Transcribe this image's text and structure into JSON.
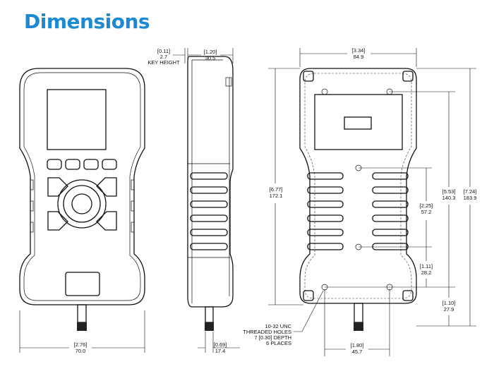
{
  "title": "Dimensions",
  "front": {
    "width_in": "[2.76]",
    "width_mm": "70.0"
  },
  "side": {
    "key_in": "[0.11]",
    "key_mm": "2.7",
    "key_label": "KEY HEIGHT",
    "depth_in": "[1.20]",
    "depth_mm": "30.5",
    "conn_in": "[0.69]",
    "conn_mm": "17.4"
  },
  "back": {
    "width_in": "[3.34]",
    "width_mm": "84.9",
    "h1_in": "[6.77]",
    "h1_mm": "172.1",
    "h2_in": "[5.53]",
    "h2_mm": "140.3",
    "h3_in": "[7.24]",
    "h3_mm": "183.9",
    "h4_in": "[2.25]",
    "h4_mm": "57.2",
    "h5_in": "[1.11]",
    "h5_mm": "28.2",
    "h6_in": "[1.10]",
    "h6_mm": "27.9",
    "hole_in": "[1.80]",
    "hole_mm": "45.7",
    "note": [
      "10-32 UNC",
      "THREADED HOLES",
      "7 [0.30] DEPTH",
      "6 PLACES"
    ]
  }
}
